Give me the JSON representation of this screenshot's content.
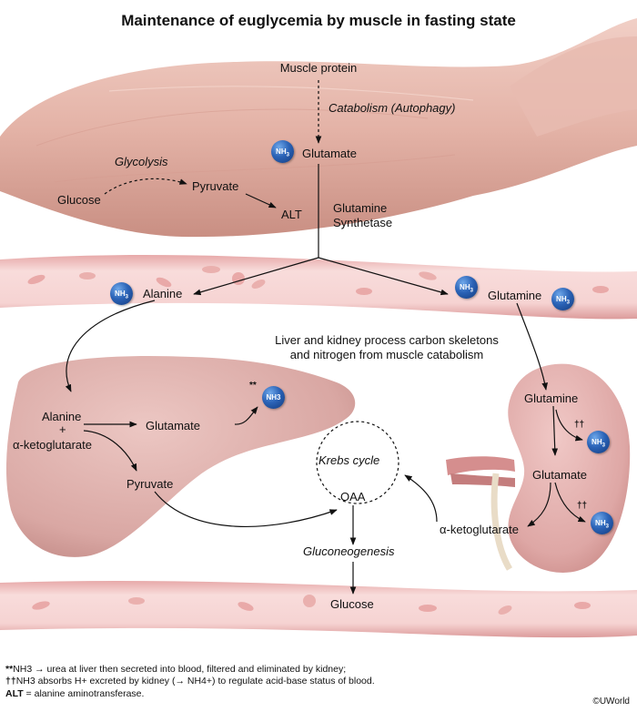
{
  "title": "Maintenance of euglycemia by muscle in fasting state",
  "muscle": {
    "protein": "Muscle protein",
    "catabolism": "Catabolism (Autophagy)",
    "glutamate": "Glutamate",
    "glycolysis": "Glycolysis",
    "glucose": "Glucose",
    "pyruvate": "Pyruvate",
    "alt": "ALT",
    "glutamine_synthetase_line1": "Glutamine",
    "glutamine_synthetase_line2": "Synthetase"
  },
  "blood": {
    "alanine": "Alanine",
    "glutamine": "Glutamine"
  },
  "note_line1": "Liver and kidney process carbon skeletons",
  "note_line2": "and nitrogen from muscle catabolism",
  "liver": {
    "alanine": "Alanine",
    "plus": "+",
    "akg": "α-ketoglutarate",
    "glutamate": "Glutamate",
    "pyruvate": "Pyruvate",
    "nh3_mark": "**"
  },
  "center": {
    "krebs": "Krebs cycle",
    "oaa": "OAA",
    "gluconeogenesis": "Gluconeogenesis",
    "glucose": "Glucose"
  },
  "kidney": {
    "glutamine": "Glutamine",
    "glutamate": "Glutamate",
    "akg": "α-ketoglutarate",
    "mark1": "††",
    "mark2": "††"
  },
  "nh3_label": "NH3",
  "footnotes": {
    "line1_mark": "**",
    "line1_text": "NH3 → urea at liver then secreted into blood, filtered and eliminated by kidney;",
    "line2_mark": "††",
    "line2_text": "NH3 absorbs H+ excreted by kidney (→ NH4+) to regulate acid-base status of blood.",
    "line3_bold": "ALT",
    "line3_text": " = alanine aminotransferase."
  },
  "copyright": "©UWorld",
  "colors": {
    "muscle": "#e4b6ab",
    "vessel": "#f2c9c8",
    "vessel_edge": "#d48b8b",
    "liver": "#dcaeaa",
    "kidney": "#e4b1b0",
    "nh3": "#2b63b7",
    "arrow": "#111111"
  }
}
